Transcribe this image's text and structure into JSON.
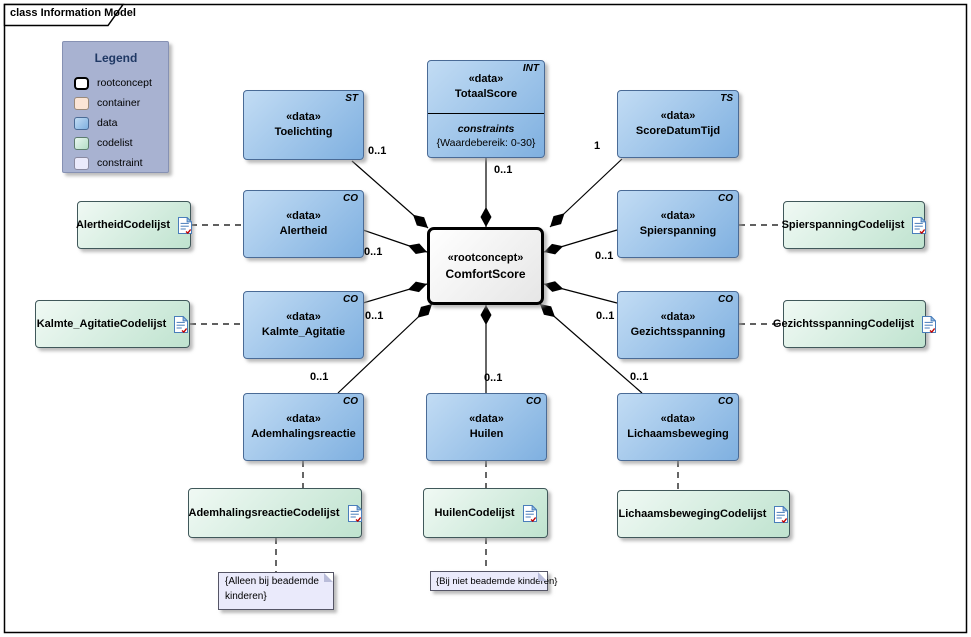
{
  "frame": {
    "title": "class Information Model"
  },
  "legend": {
    "title": "Legend",
    "items": [
      {
        "label": "rootconcept"
      },
      {
        "label": "container"
      },
      {
        "label": "data"
      },
      {
        "label": "codelist"
      },
      {
        "label": "constraint"
      }
    ]
  },
  "palette": {
    "data-top": "#c2dcf4",
    "data-bottom": "#7fb0e0",
    "data-border": "#4a6b96",
    "root-top": "#ffffff",
    "root-bottom": "#e6e6e6",
    "root-border": "#000000",
    "codelist-top": "#f0f9f4",
    "codelist-bottom": "#bfe3cf",
    "codelist-border": "#40585a",
    "container-fill": "#fbe5d6",
    "note-fill": "#eaeafb",
    "note-border": "#555566",
    "legend-bg": "#a8b2d1",
    "legend-border": "#8691b3",
    "legend-title": "#1f3864",
    "line-color": "#000000"
  },
  "root_concept": {
    "stereotype": "«rootconcept»",
    "name": "ComfortScore"
  },
  "elements": {
    "toelichting": {
      "tag": "ST",
      "stereotype": "«data»",
      "name": "Toelichting"
    },
    "totaalscore": {
      "tag": "INT",
      "stereotype": "«data»",
      "name": "TotaalScore",
      "constraints_title": "constraints",
      "constraints_value": "{Waardebereik: 0-30}"
    },
    "scoredatumtijd": {
      "tag": "TS",
      "stereotype": "«data»",
      "name": "ScoreDatumTijd"
    },
    "alertheid": {
      "tag": "CO",
      "stereotype": "«data»",
      "name": "Alertheid"
    },
    "spierspanning": {
      "tag": "CO",
      "stereotype": "«data»",
      "name": "Spierspanning"
    },
    "kalmte_agitatie": {
      "tag": "CO",
      "stereotype": "«data»",
      "name": "Kalmte_Agitatie"
    },
    "gezichtsspanning": {
      "tag": "CO",
      "stereotype": "«data»",
      "name": "Gezichtsspanning"
    },
    "ademhalingsreactie": {
      "tag": "CO",
      "stereotype": "«data»",
      "name": "Ademhalingsreactie"
    },
    "huilen": {
      "tag": "CO",
      "stereotype": "«data»",
      "name": "Huilen"
    },
    "lichaamsbeweging": {
      "tag": "CO",
      "stereotype": "«data»",
      "name": "Lichaamsbeweging"
    }
  },
  "codelists": {
    "alertheid": {
      "name": "AlertheidCodelijst"
    },
    "kalmte_agitatie": {
      "name": "Kalmte_AgitatieCodelijst"
    },
    "spierspanning": {
      "name": "SpierspanningCodelijst"
    },
    "gezichtsspanning": {
      "name": "GezichtsspanningCodelijst"
    },
    "ademhalingsreactie": {
      "name": "AdemhalingsreactieCodelijst"
    },
    "huilen": {
      "name": "HuilenCodelijst"
    },
    "lichaamsbeweging": {
      "name": "LichaamsbewegingCodelijst"
    }
  },
  "notes": {
    "beademd": {
      "text": "{Alleen bij beademde kinderen}"
    },
    "niet_beademd": {
      "text": "{Bij niet beademde kinderen}"
    }
  },
  "multiplicities": {
    "toelichting": "0..1",
    "totaalscore": "0..1",
    "scoredatumtijd": "1",
    "alertheid": "0..1",
    "spierspanning": "0..1",
    "kalmte_agitatie": "0..1",
    "gezichtsspanning": "0..1",
    "ademhalingsreactie": "0..1",
    "huilen": "0..1",
    "lichaamsbeweging": "0..1"
  }
}
